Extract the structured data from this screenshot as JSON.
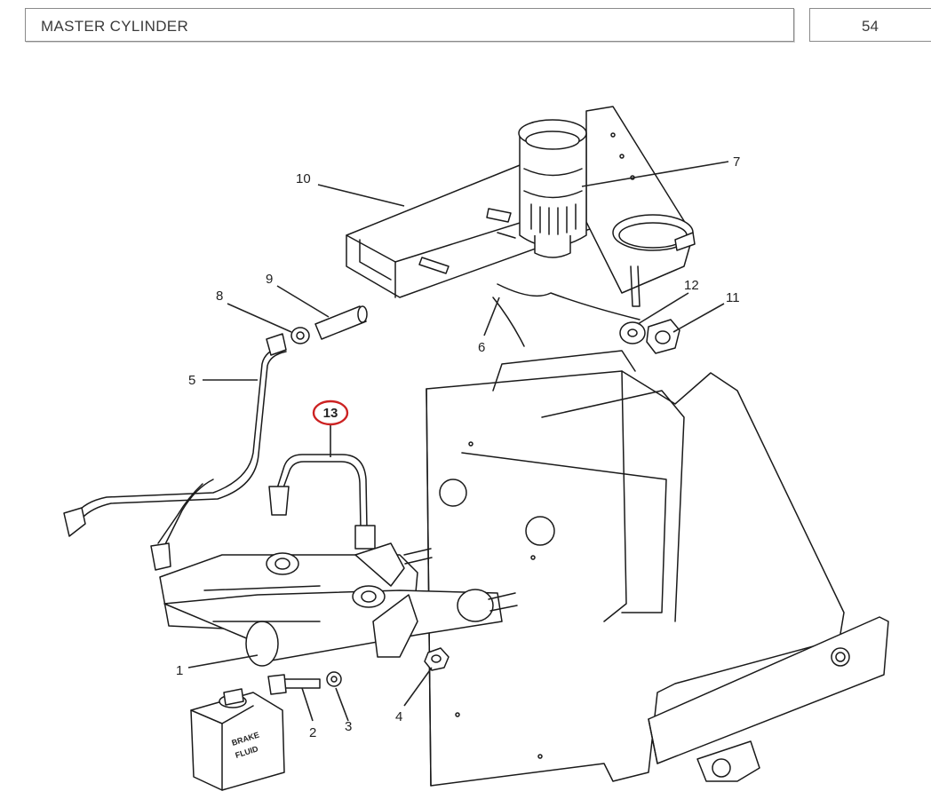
{
  "header": {
    "title": "MASTER CYLINDER",
    "page_number": "54"
  },
  "callouts": [
    "1",
    "2",
    "3",
    "4",
    "5",
    "6",
    "7",
    "8",
    "9",
    "10",
    "11",
    "12",
    "13"
  ],
  "highlighted_callout": "13",
  "container_label": "BRAKE FLUID",
  "colors": {
    "highlight_ring": "#cc2222",
    "line_art": "#1a1a1a",
    "frame_border": "#8a8a8a"
  }
}
